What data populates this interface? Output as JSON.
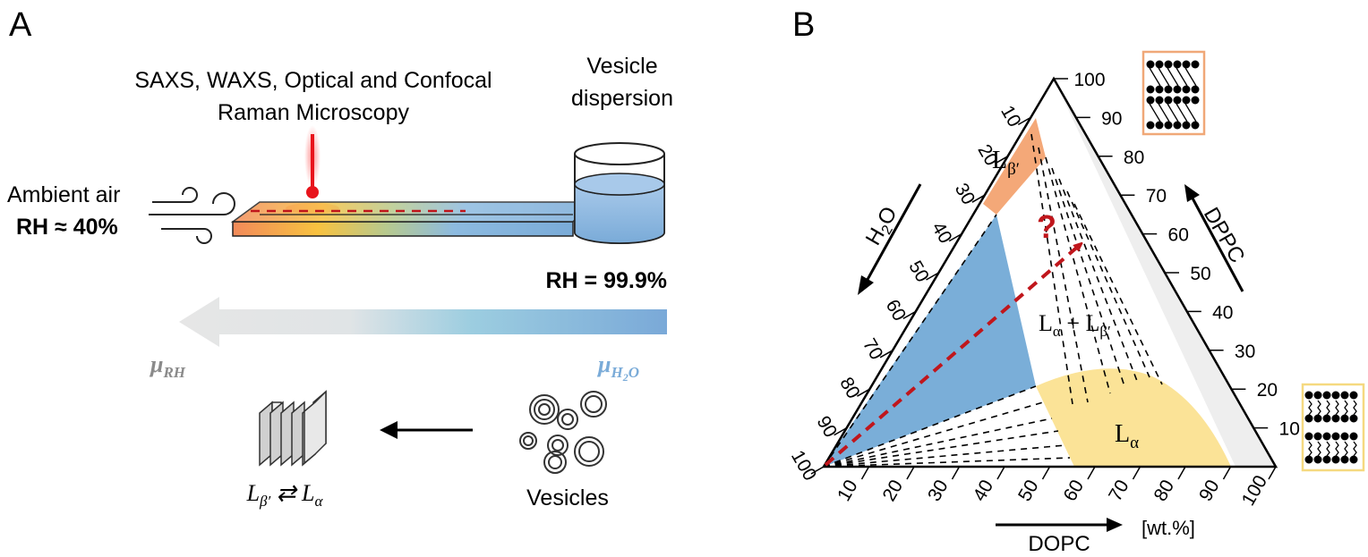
{
  "panel_a": {
    "label": "A",
    "probe_text_line1": "SAXS, WAXS, Optical and Confocal",
    "probe_text_line2": "Raman Microscopy",
    "vesicle_line1": "Vesicle",
    "vesicle_line2": "dispersion",
    "ambient_line1": "Ambient air",
    "ambient_line2": "RH ≈ 40%",
    "rh_right": "RH = 99.9%",
    "mu_rh": "μRH",
    "mu_h2o": "μH2O",
    "vesicles_label": "Vesicles",
    "phase_relation": "Lβ′ ⇄ Lα",
    "colors": {
      "heated": "#f28a5a",
      "water": "#7aabd8",
      "probe": "#e8141c",
      "arrow_red": "#c0161c"
    }
  },
  "panel_b": {
    "label": "B",
    "axis_dopc": "DOPC",
    "axis_units": "[wt.%]",
    "axis_h2o": "H2O",
    "axis_dppc": "DPPC",
    "ticks_left": [
      "100",
      "90",
      "80",
      "70",
      "60",
      "50",
      "40",
      "30",
      "20",
      "10"
    ],
    "ticks_right": [
      "100",
      "90",
      "80",
      "70",
      "60",
      "50",
      "40",
      "30",
      "20",
      "10"
    ],
    "ticks_bottom": [
      "10",
      "20",
      "30",
      "40",
      "50",
      "60",
      "70",
      "80",
      "90",
      "100"
    ],
    "phase_lbeta": "Lβ′",
    "phase_mixed": "Lα + Lβ′",
    "phase_lalpha": "Lα",
    "question": "?",
    "colors": {
      "lbeta": "#f4a878",
      "blue": "#7aaed8",
      "lalpha": "#fbe397",
      "grey": "#eeeeee",
      "arrow": "#c0161c"
    }
  }
}
